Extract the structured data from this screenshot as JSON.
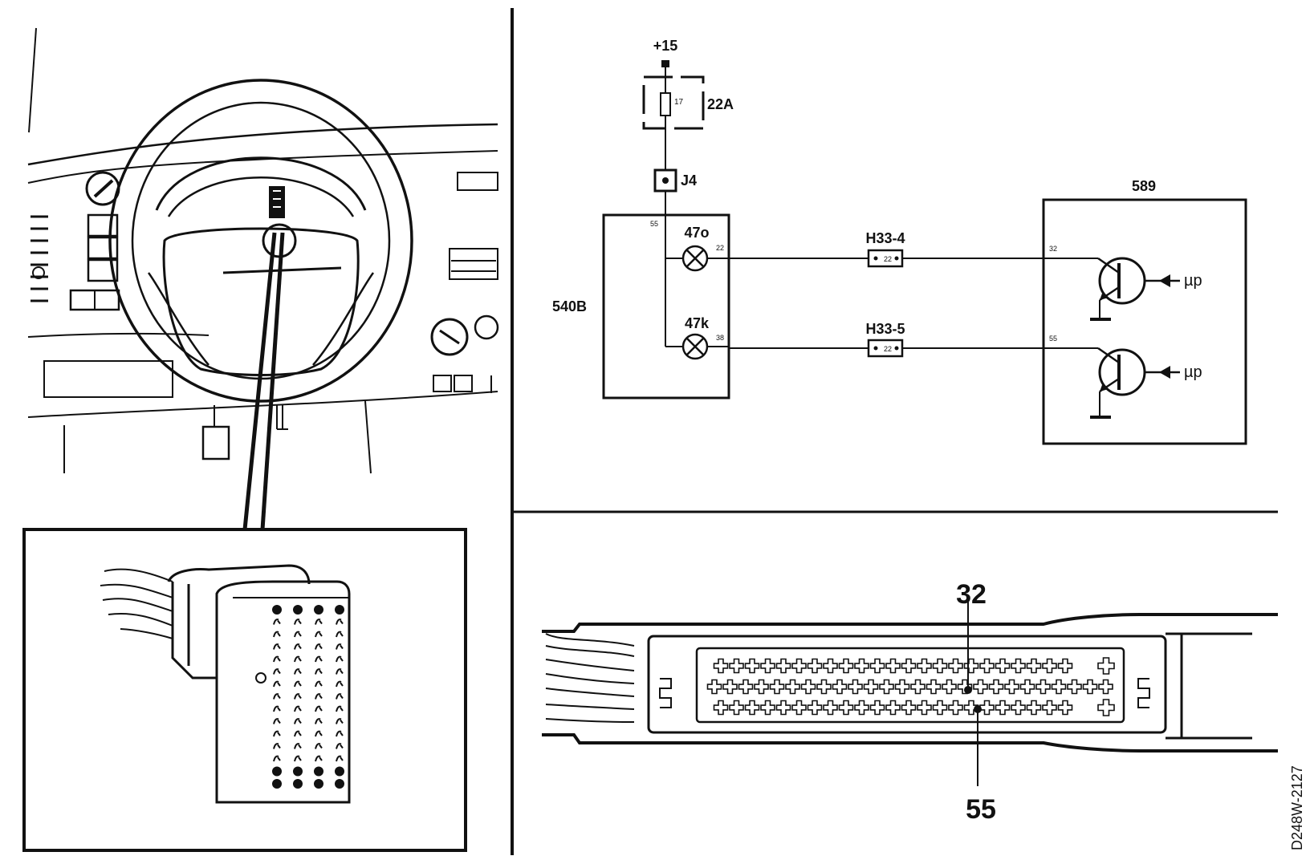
{
  "schematic": {
    "supply_label": "+15",
    "fuse_number": "17",
    "fuse_box_label": "22A",
    "junction_label": "J4",
    "instrument_module_label": "540B",
    "instrument_input_pin": "55",
    "lamp_top_label": "47o",
    "lamp_top_pin": "22",
    "lamp_bottom_label": "47k",
    "lamp_bottom_pin": "38",
    "connector_top_label": "H33-4",
    "connector_top_pin": "22",
    "connector_bottom_label": "H33-5",
    "connector_bottom_pin": "22",
    "control_unit_label": "589",
    "control_unit_pin_top": "32",
    "control_unit_pin_bottom": "55",
    "mu_label_top": "µp",
    "mu_label_bottom": "µp"
  },
  "connector_detail": {
    "pin_label_top": "32",
    "pin_label_bottom": "55"
  },
  "drawing_code": "D248W-2127"
}
